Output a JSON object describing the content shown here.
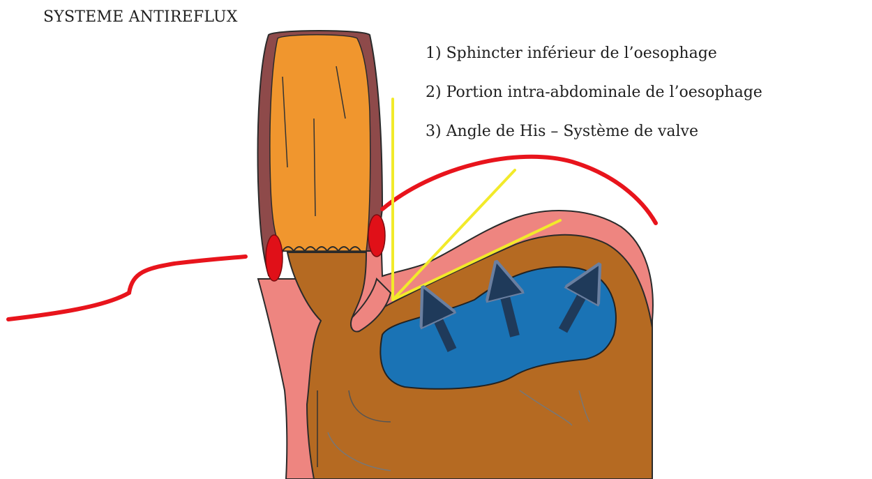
{
  "title": "SYSTEME ANTIREFLUX",
  "legend": [
    "1) Sphincter inférieur de l’oesophage",
    "2) Portion intra-abdominale de l’oesophage",
    "3) Angle de His – Système de valve"
  ],
  "colors": {
    "diaphragm": "#e8141c",
    "esophagus_wall": "#8e4a4a",
    "esophagus_lumen": "#f0962e",
    "mucosa": "#ee8580",
    "stomach": "#b56a22",
    "sphincter": "#e01018",
    "angle_lines": "#f2ea2a",
    "gastric_air": "#1a73b5",
    "pressure_arrows": "#1f3a5a"
  },
  "icons": [
    "pressure-arrow-icon"
  ]
}
